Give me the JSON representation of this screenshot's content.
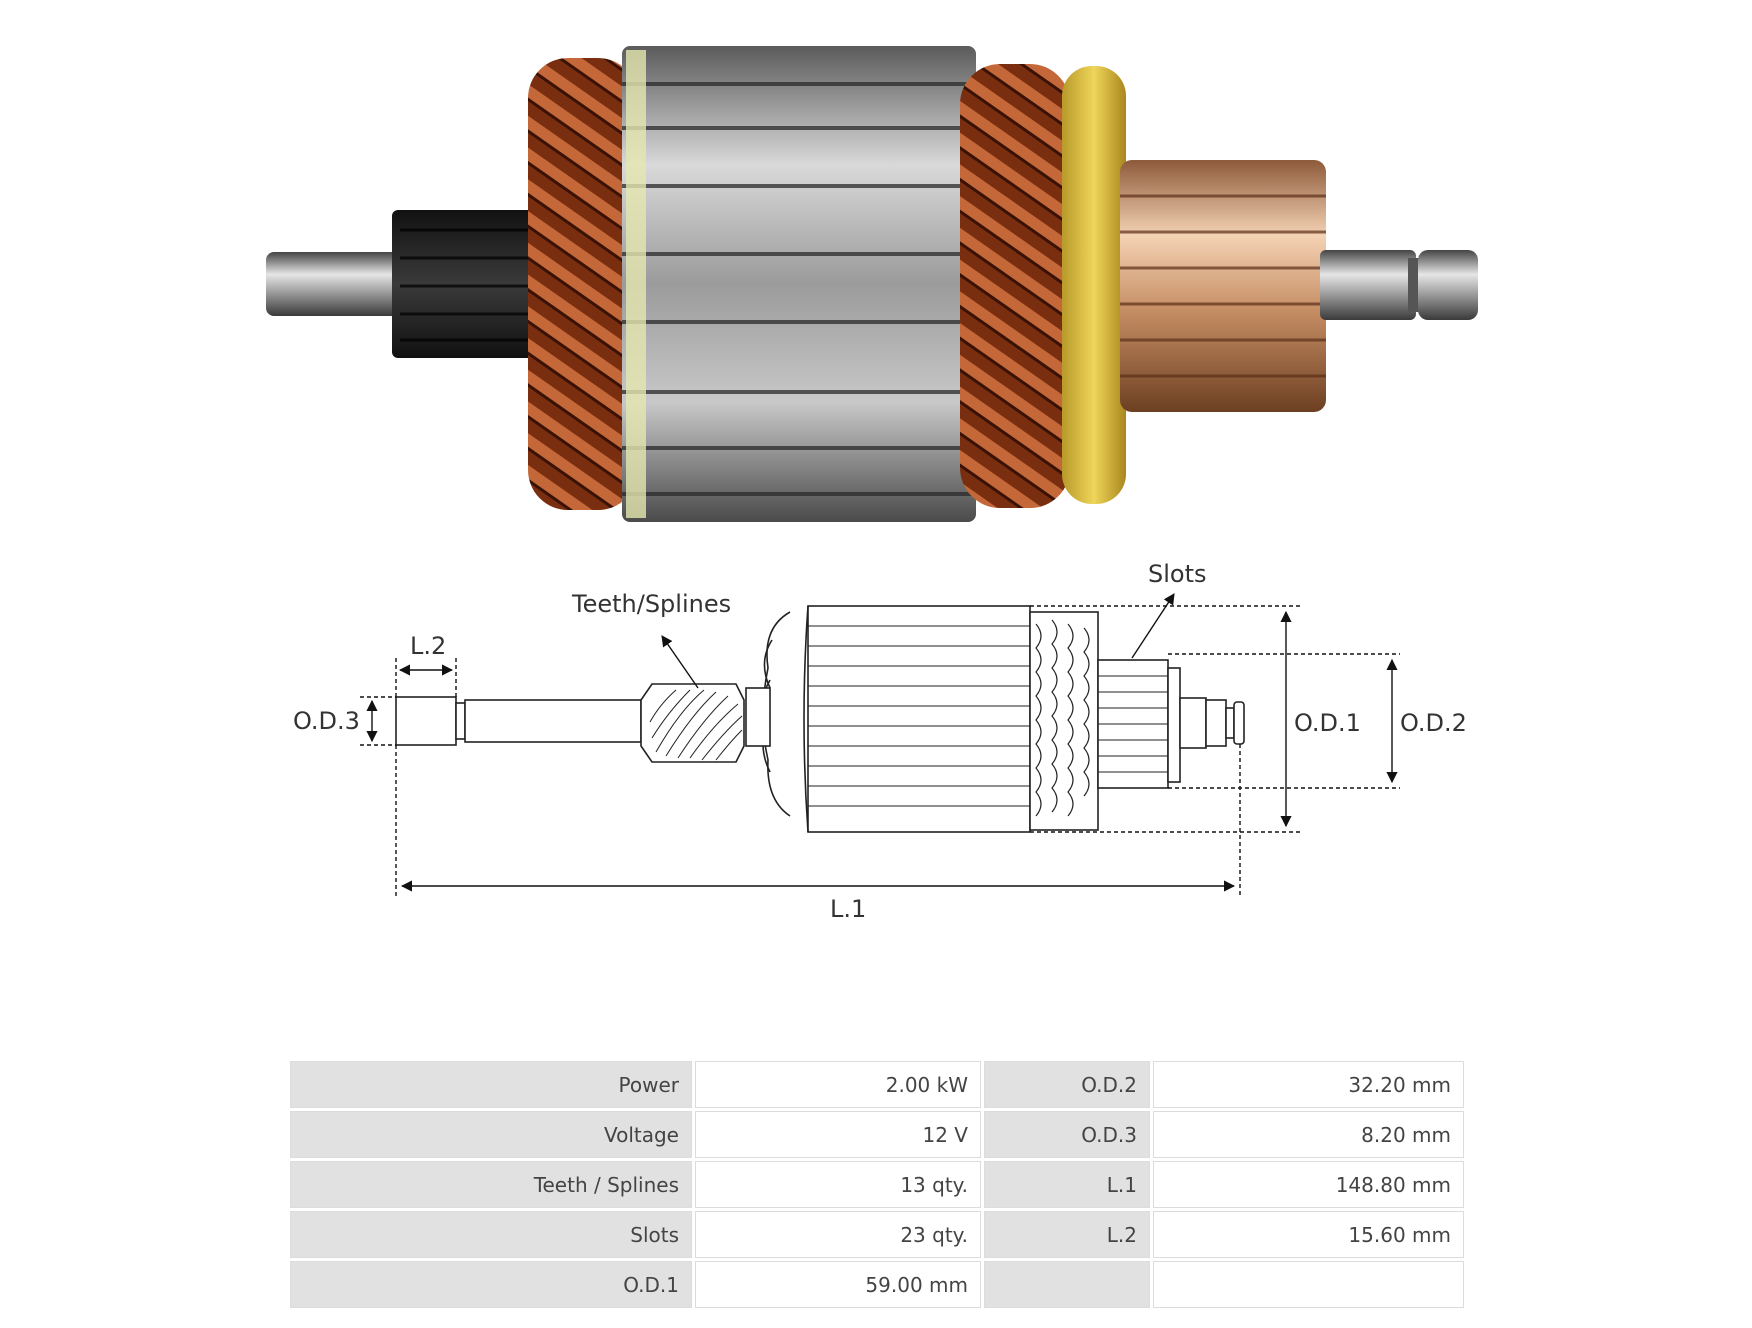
{
  "diagram": {
    "labels": {
      "teeth_splines": "Teeth/Splines",
      "slots": "Slots",
      "l2": "L.2",
      "od3": "O.D.3",
      "od1": "O.D.1",
      "od2": "O.D.2",
      "l1": "L.1"
    }
  },
  "specs": {
    "rows": [
      {
        "label1": "Power",
        "value1": "2.00 kW",
        "label2": "O.D.2",
        "value2": "32.20 mm"
      },
      {
        "label1": "Voltage",
        "value1": "12 V",
        "label2": "O.D.3",
        "value2": "8.20 mm"
      },
      {
        "label1": "Teeth / Splines",
        "value1": "13 qty.",
        "label2": "L.1",
        "value2": "148.80 mm"
      },
      {
        "label1": "Slots",
        "value1": "23 qty.",
        "label2": "L.2",
        "value2": "15.60 mm"
      },
      {
        "label1": "O.D.1",
        "value1": "59.00 mm",
        "label2": "",
        "value2": ""
      }
    ]
  }
}
